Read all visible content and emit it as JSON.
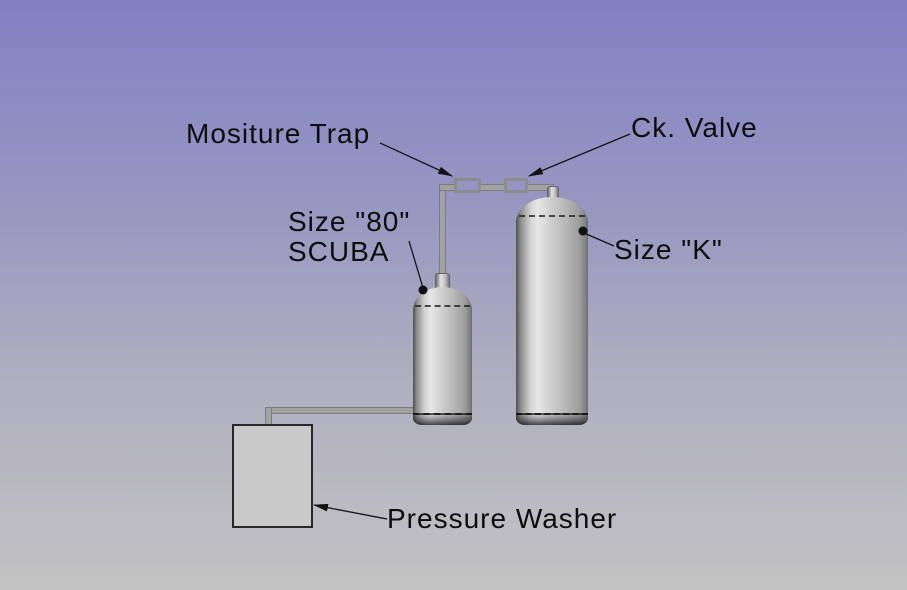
{
  "labels": {
    "moisture_trap": "Mositure Trap",
    "check_valve": "Ck. Valve",
    "scuba_line1": "Size \"80\"",
    "scuba_line2": "SCUBA",
    "size_k": "Size \"K\"",
    "pressure_washer": "Pressure Washer"
  },
  "colors": {
    "background_top": "#8280c3",
    "background_bottom": "#c3c3c3",
    "metal_highlight": "#e6e6e6",
    "metal_shadow": "#4e4e4e",
    "pipe_gray": "#a2a2a2",
    "fitting_outline": "#8d8d8d",
    "label_text": "#0d0d0d",
    "leader_line": "#141414",
    "box_fill": "#c9c9c9",
    "box_border": "#282828"
  }
}
